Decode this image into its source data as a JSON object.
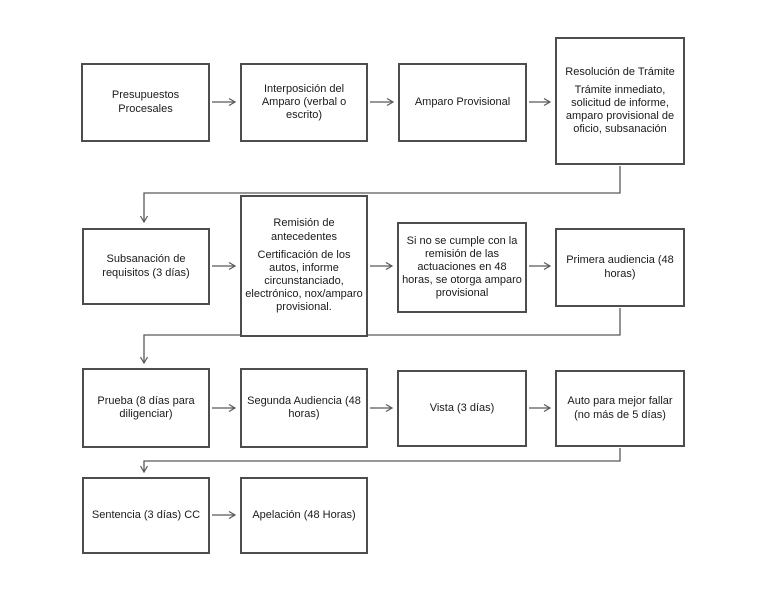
{
  "diagram": {
    "background_color": "#ffffff",
    "box_border_color": "#4d4d4d",
    "connector_color": "#595959",
    "text_color": "#1a1a1a",
    "nodes": [
      {
        "id": "presupuestos-procesales",
        "title": "Presupuestos Procesales"
      },
      {
        "id": "interposicion-amparo",
        "title": "Interposición del Amparo (verbal o escrito)"
      },
      {
        "id": "amparo-provisional",
        "title": "Amparo Provisional"
      },
      {
        "id": "resolucion-tramite",
        "title": "Resolución de Trámite",
        "body": "Trámite inmediato, solicitud de informe, amparo provisional de oficio, subsanación"
      },
      {
        "id": "subsanacion-requisitos",
        "title": "Subsanación de requisitos (3 días)"
      },
      {
        "id": "remision-antecedentes",
        "title": "Remisión de antecedentes",
        "body": "Certificación de los autos, informe circunstanciado, electrónico, nox/amparo provisional."
      },
      {
        "id": "si-no-se-cumple",
        "title": "Si no se cumple con la remisión de las actuaciones en 48 horas, se otorga amparo provisional"
      },
      {
        "id": "primera-audiencia",
        "title": "Primera audiencia (48 horas)"
      },
      {
        "id": "prueba",
        "title": "Prueba (8 días para diligenciar)"
      },
      {
        "id": "segunda-audiencia",
        "title": "Segunda Audiencia (48 horas)"
      },
      {
        "id": "vista",
        "title": "Vista (3 días)"
      },
      {
        "id": "auto-mejor-fallar",
        "title": "Auto para mejor fallar (no más de 5 días)"
      },
      {
        "id": "sentencia",
        "title": "Sentencia (3 días) CC"
      },
      {
        "id": "apelacion",
        "title": "Apelación (48 Horas)"
      }
    ]
  }
}
